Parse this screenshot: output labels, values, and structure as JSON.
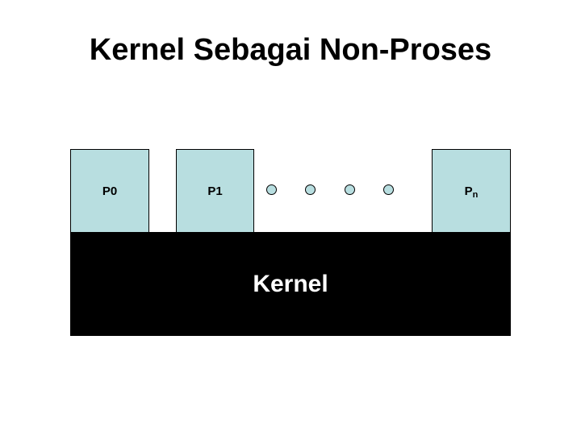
{
  "slide": {
    "title": "Kernel Sebagai Non-Proses"
  },
  "diagram": {
    "process_boxes": [
      {
        "id": "p0",
        "label": "P0",
        "subscript": ""
      },
      {
        "id": "p1",
        "label": "P1",
        "subscript": ""
      },
      {
        "id": "pn",
        "label": "P",
        "subscript": "n"
      }
    ],
    "ellipsis_dot_count": 4,
    "kernel_label": "Kernel",
    "colors": {
      "box_fill": "#b8dee0",
      "box_border": "#000000",
      "kernel_fill": "#000000",
      "kernel_text": "#ffffff",
      "title_text": "#000000",
      "slide_background": "#ffffff"
    }
  }
}
